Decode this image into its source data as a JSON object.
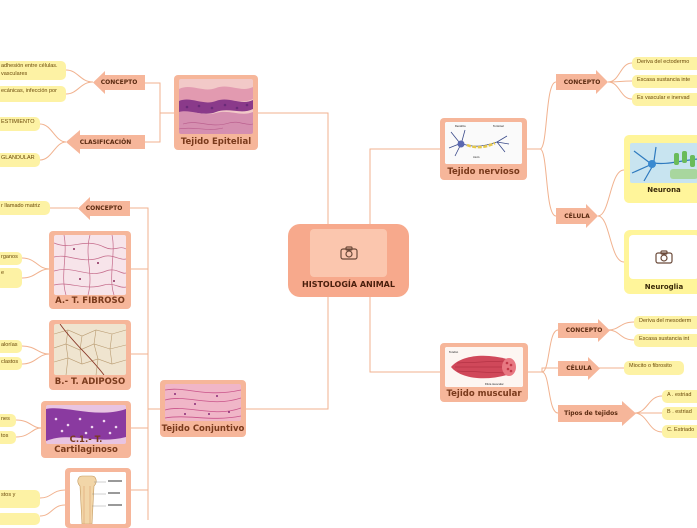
{
  "central": {
    "title": "HISTOLOGÍA ANIMAL"
  },
  "colors": {
    "central": "#f7a98c",
    "topic": "#f6b69a",
    "line": "#f1b28f",
    "leaf": "#fdf2a4",
    "neuron": "#fff59a"
  },
  "epitelial": {
    "title": "Tejido Epitelial",
    "concepto": {
      "label": "CONCEPTO",
      "leaves": [
        "adhesión entre células. vasculares",
        "ecánicas, infección por"
      ]
    },
    "clasificacion": {
      "label": "CLASIFICACIÓN",
      "leaves": [
        "ESTIMIENTO",
        "GLANDULAR"
      ]
    }
  },
  "nervioso": {
    "title": "Tejido nervioso",
    "concepto": {
      "label": "CONCEPTO",
      "leaves": [
        "Deriva del ectodermo",
        "Escasa sustancia inte",
        "Es vascular e inervad"
      ]
    },
    "celula": {
      "label": "CÉLULA",
      "neurona": "Neurona",
      "neuroglia": "Neuroglia"
    }
  },
  "conjuntivo": {
    "title": "Tejido Conjuntivo",
    "concepto": {
      "label": "CONCEPTO",
      "leaf": "r llamado matriz"
    },
    "fibroso": {
      "title": "A.- T. FIBROSO",
      "leaves": [
        "rganos",
        "e"
      ]
    },
    "adiposo": {
      "title": "B.- T. ADIPOSO",
      "leaves": [
        "alorías",
        "clastos"
      ]
    },
    "cartilaginoso": {
      "title": "C.1.- T. Cartilaginoso",
      "leaves": [
        "nes",
        "tos"
      ]
    },
    "oseo": {
      "leaves": [
        "stos y",
        ""
      ]
    }
  },
  "muscular": {
    "title": "Tejido muscular",
    "concepto": {
      "label": "CONCEPTO",
      "leaves": [
        "Deriva del mesoderm",
        "Escasa sustancia int"
      ]
    },
    "celula": {
      "label": "CÉLULA",
      "leaf": "Miocito o fibrosito"
    },
    "tipos": {
      "label": "Tipos de tejidos",
      "leaves": [
        "A . estriad",
        "B . estriad",
        "C. Estriado"
      ]
    }
  }
}
